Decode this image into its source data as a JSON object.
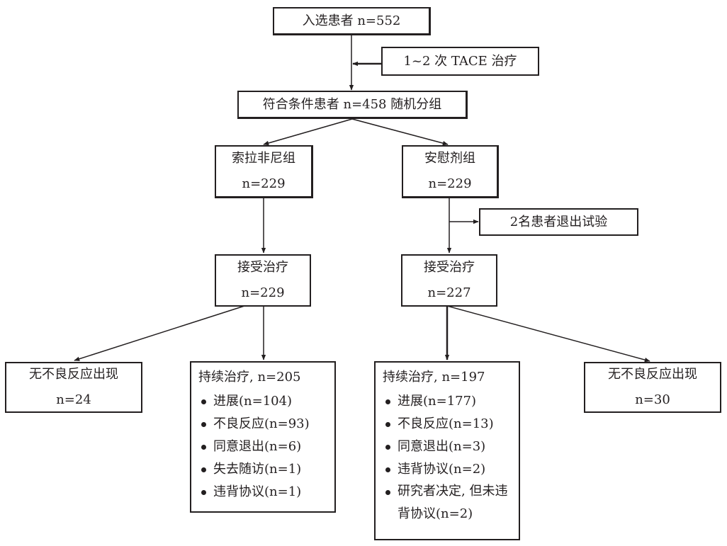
{
  "enrolled": "入选患者 n=552",
  "tace": "1~2 次 TACE 治疗",
  "eligible": "符合条件患者 n=458 随机分组",
  "sorafenib": {
    "title": "索拉非尼组",
    "n": "n=229"
  },
  "placebo": {
    "title": "安慰剂组",
    "n": "n=229"
  },
  "withdrawn": "2名患者退出试验",
  "treated_left": {
    "title": "接受治疗",
    "n": "n=229"
  },
  "treated_right": {
    "title": "接受治疗",
    "n": "n=227"
  },
  "no_ae_left": {
    "title": "无不良反应出现",
    "n": "n=24"
  },
  "no_ae_right": {
    "title": "无不良反应出现",
    "n": "n=30"
  },
  "cont_left": {
    "head": "持续治疗, n=205",
    "items": [
      "进展(n=104)",
      "不良反应(n=93)",
      "同意退出(n=6)",
      "失去随访(n=1)",
      "违背协议(n=1)"
    ]
  },
  "cont_right": {
    "head": "持续治疗, n=197",
    "items": [
      "进展(n=177)",
      "不良反应(n=13)",
      "同意退出(n=3)",
      "违背协议(n=2)",
      "研究者决定, 但未违背协议(n=2)"
    ]
  }
}
